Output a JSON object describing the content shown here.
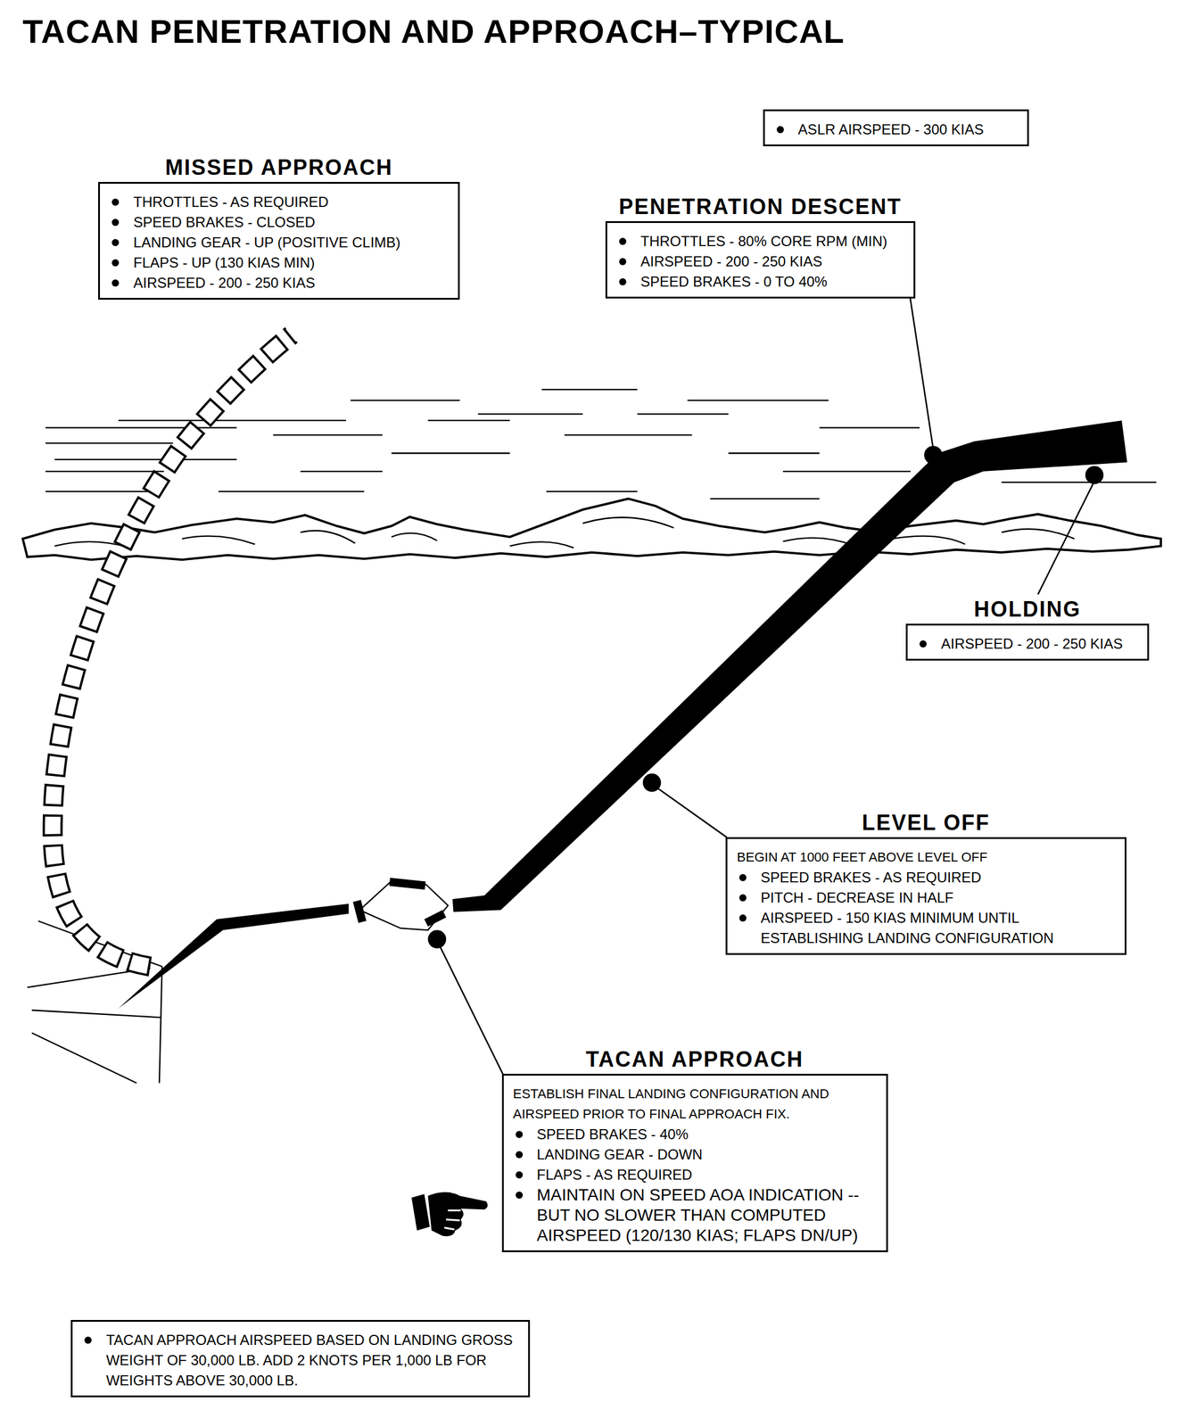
{
  "diagram": {
    "title": "TACAN PENETRATION AND APPROACH–TYPICAL",
    "nodes": [
      {
        "text": [
          "ASLR AIRSPEED - 300 KIAS"
        ]
      },
      {
        "text": [
          "MISSED APPROACH",
          "THROTTLES - AS REQUIRED",
          "SPEED BRAKES - CLOSED",
          "LANDING GEAR - UP (POSITIVE CLIMB)",
          "FLAPS - UP (130 KIAS MIN)",
          "AIRSPEED - 200 - 250 KIAS"
        ]
      },
      {
        "text": [
          "PENETRATION DESCENT",
          "THROTTLES - 80% CORE RPM (MIN)",
          "AIRSPEED - 200 - 250 KIAS",
          "SPEED BRAKES - 0 TO 40%"
        ]
      },
      {
        "text": [
          "HOLDING",
          "AIRSPEED - 200 - 250 KIAS"
        ]
      },
      {
        "text": [
          "LEVEL OFF",
          "BEGIN AT 1000 FEET ABOVE LEVEL OFF",
          "SPEED BRAKES - AS REQUIRED",
          "PITCH - DECREASE IN HALF",
          "AIRSPEED - 150 KIAS MINIMUM UNTIL ESTABLISHING LANDING CONFIGURATION"
        ]
      },
      {
        "text": [
          "TACAN APPROACH",
          "ESTABLISH FINAL LANDING CONFIGURATION AND AIRSPEED PRIOR TO FINAL APPROACH FIX.",
          "SPEED BRAKES - 40%",
          "LANDING GEAR - DOWN",
          "FLAPS - AS REQUIRED",
          "MAINTAIN ON SPEED AOA INDICATION -- BUT NO SLOWER THAN COMPUTED AIRSPEED (120/130 KIAS; FLAPS DN/UP)"
        ]
      },
      {
        "text": [
          "TACAN APPROACH AIRSPEED BASED ON LANDING GROSS WEIGHT OF 30,000 LB. ADD 2 KNOTS PER 1,000 LB FOR WEIGHTS ABOVE 30,000 LB."
        ]
      }
    ]
  }
}
